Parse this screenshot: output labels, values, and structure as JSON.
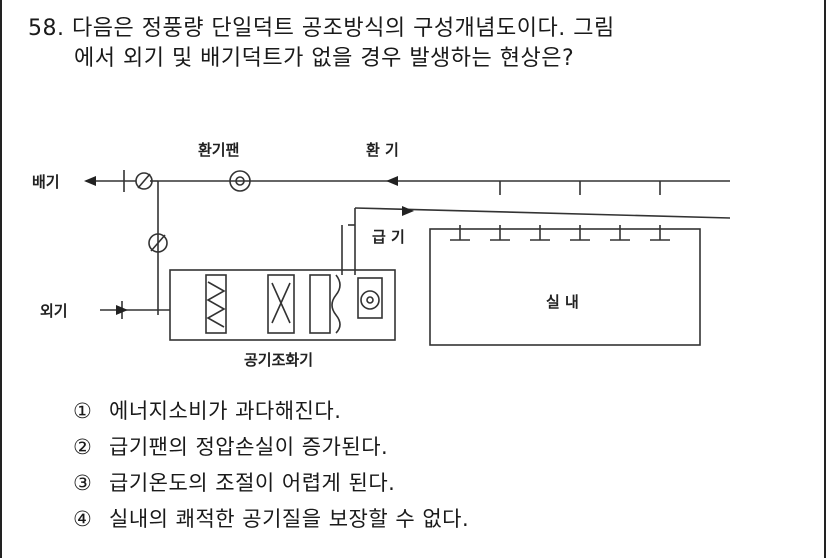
{
  "question": {
    "number": "58.",
    "line1": "다음은 정풍량 단일덕트 공조방식의 구성개념도이다. 그림",
    "line2": "에서 외기 및 배기덕트가 없을 경우 발생하는 현상은?"
  },
  "diagram": {
    "exhaust_label": "배기",
    "return_fan_label": "환기팬",
    "return_air_label": "환 기",
    "supply_label": "급 기",
    "outdoor_air_label": "외기",
    "room_label": "실 내",
    "ahu_label": "공기조화기"
  },
  "choices": [
    {
      "num": "①",
      "text": "에너지소비가 과다해진다."
    },
    {
      "num": "②",
      "text": "급기팬의 정압손실이 증가된다."
    },
    {
      "num": "③",
      "text": "급기온도의 조절이 어렵게 된다."
    },
    {
      "num": "④",
      "text": "실내의 쾌적한 공기질을 보장할 수 없다."
    }
  ]
}
